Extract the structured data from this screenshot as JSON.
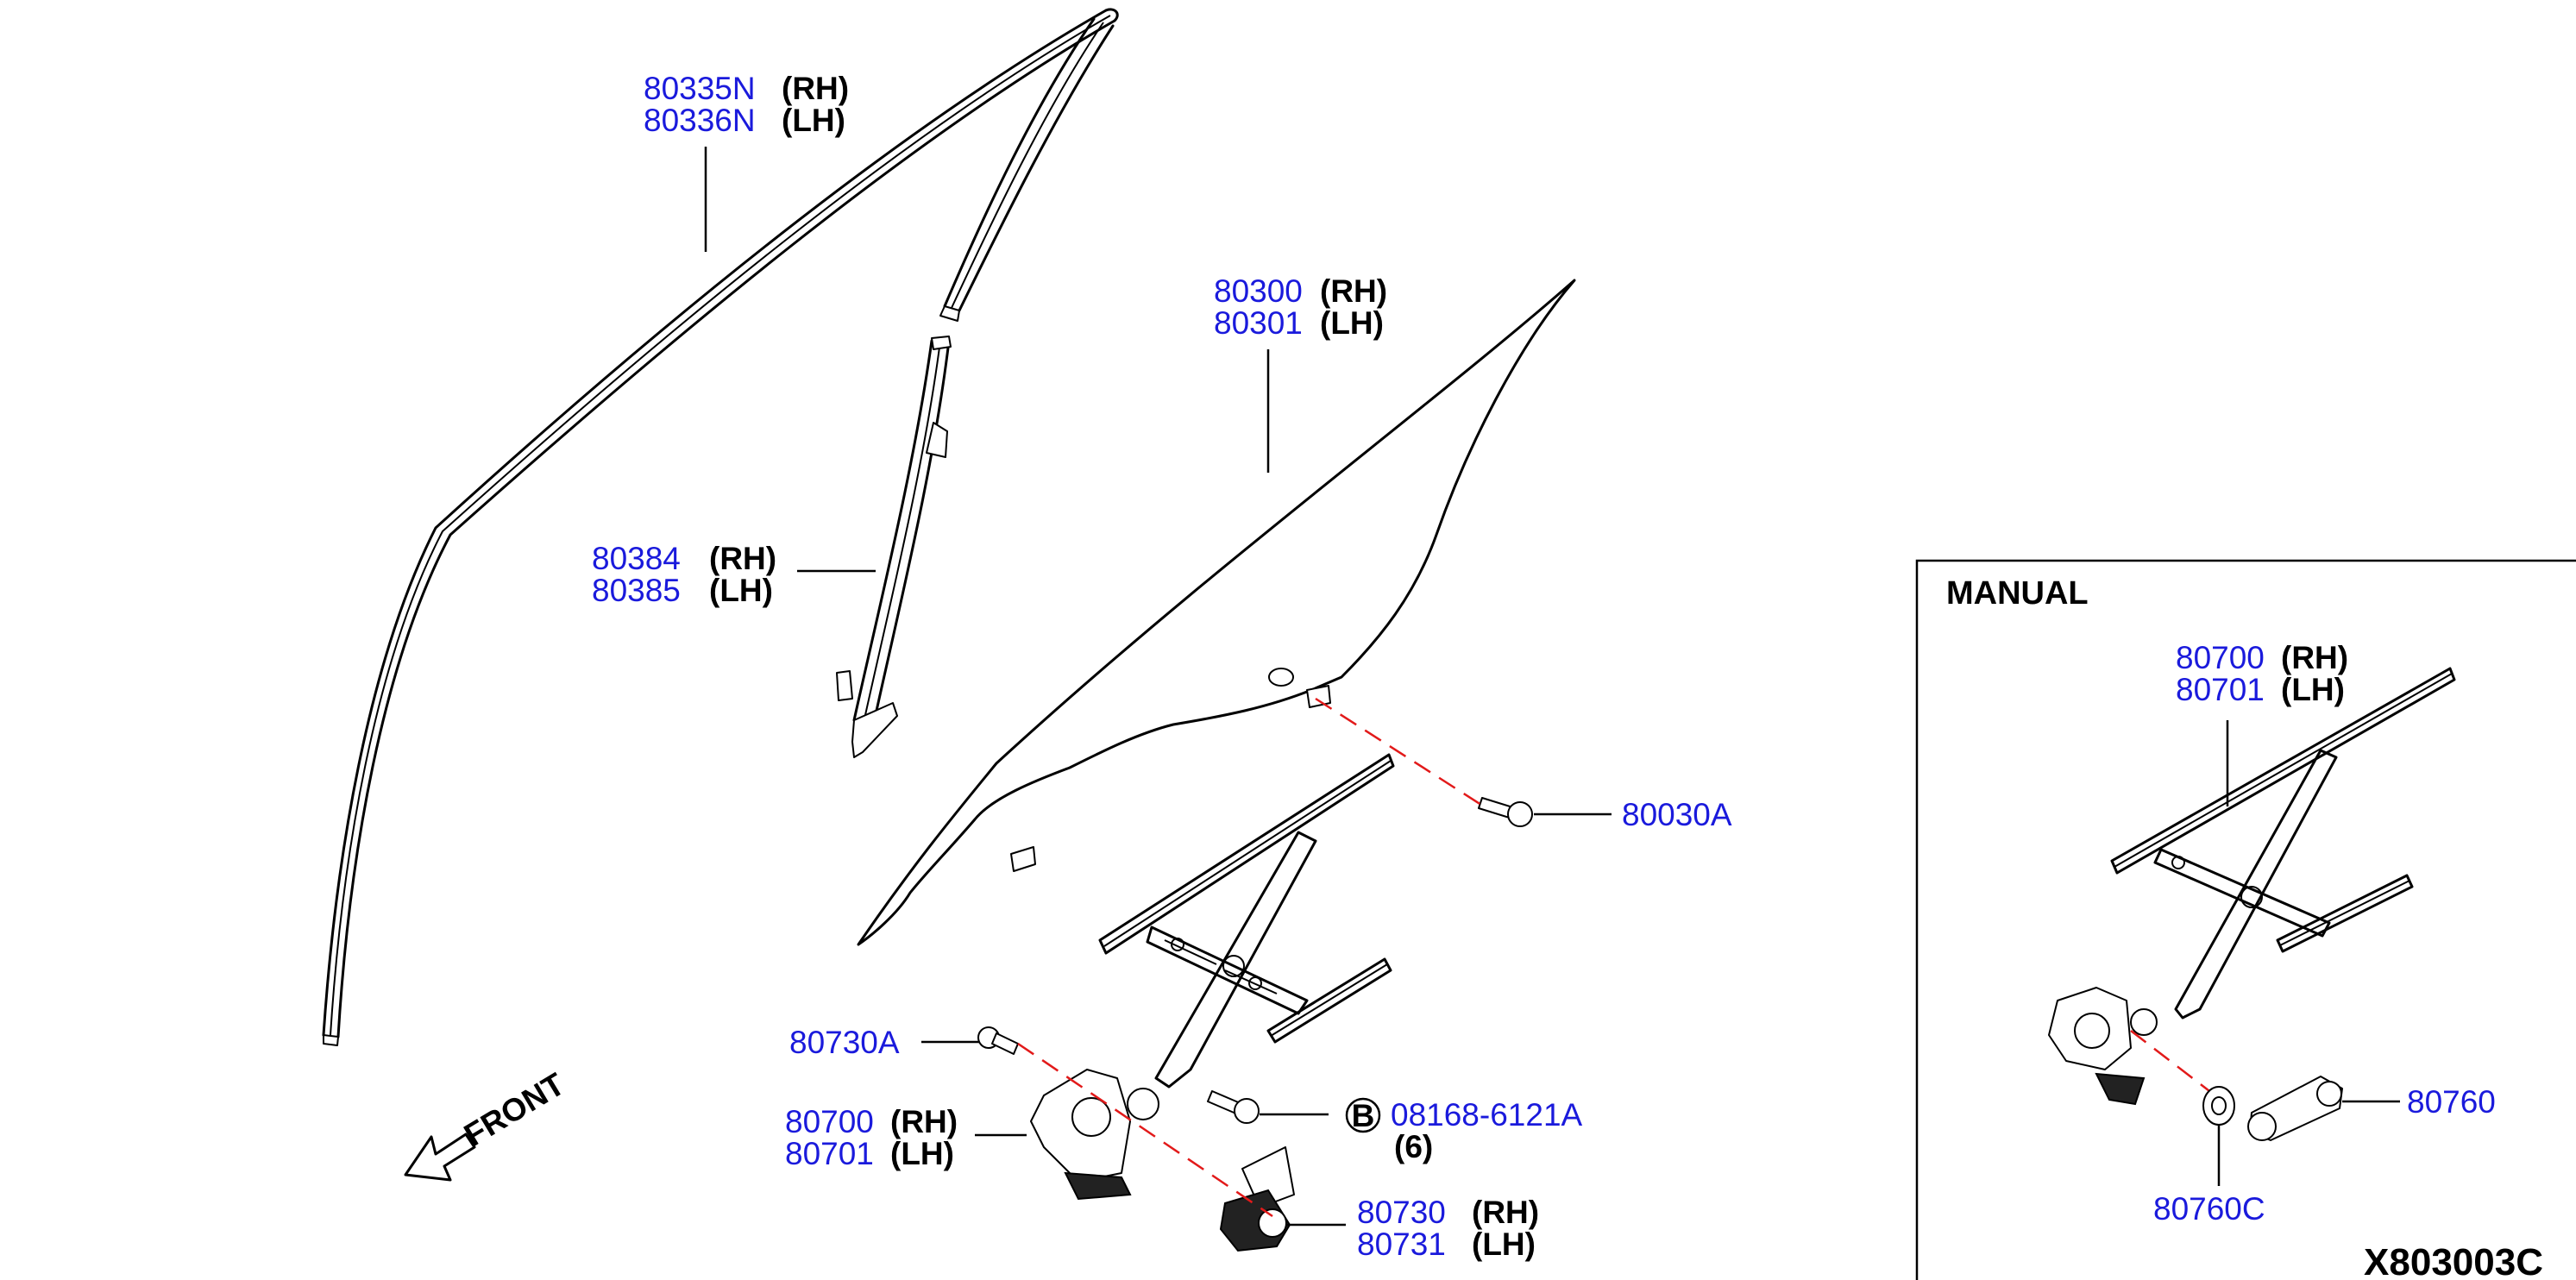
{
  "labels": {
    "roof_molding": {
      "rh_part": "80335N",
      "rh_side": "(RH)",
      "lh_part": "80336N",
      "lh_side": "(LH)"
    },
    "sash": {
      "rh_part": "80384",
      "rh_side": "(RH)",
      "lh_part": "80385",
      "lh_side": "(LH)"
    },
    "glass": {
      "rh_part": "80300",
      "rh_side": "(RH)",
      "lh_part": "80301",
      "lh_side": "(LH)"
    },
    "glass_bolt": {
      "part": "80030A"
    },
    "motor_bolt": {
      "part": "80730A"
    },
    "regulator": {
      "rh_part": "80700",
      "rh_side": "(RH)",
      "lh_part": "80701",
      "lh_side": "(LH)"
    },
    "bolt_b": {
      "marker": "B",
      "part": "08168-6121A",
      "qty": "(6)"
    },
    "motor": {
      "rh_part": "80730",
      "rh_side": "(RH)",
      "lh_part": "80731",
      "lh_side": "(LH)"
    },
    "front": {
      "text": "FRONT"
    }
  },
  "manual_panel": {
    "title": "MANUAL",
    "regulator": {
      "rh_part": "80700",
      "rh_side": "(RH)",
      "lh_part": "80701",
      "lh_side": "(LH)"
    },
    "handle": {
      "part": "80760"
    },
    "escutcheon": {
      "part": "80760C"
    }
  },
  "diagram_code": "X803003C",
  "colors": {
    "part_number": "#1a1adc",
    "text": "#000000",
    "dashed_line": "#e21a1a"
  }
}
